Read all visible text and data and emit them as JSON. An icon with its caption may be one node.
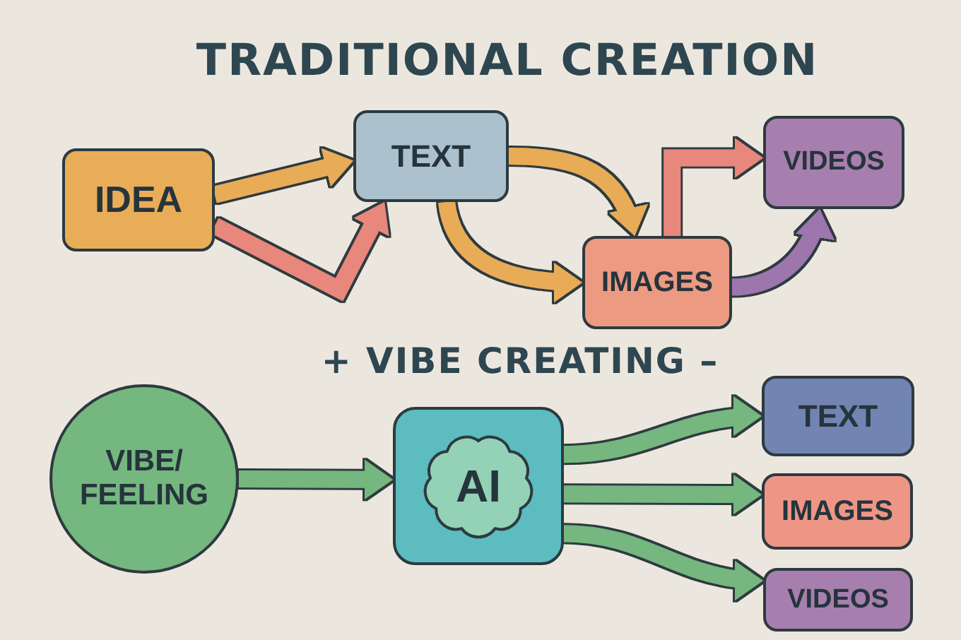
{
  "diagram": {
    "title": "TRADITIONAL CREATION",
    "nodes": [
      {
        "text": [
          "IDEA"
        ]
      },
      {
        "text": [
          "TEXT"
        ]
      },
      {
        "text": [
          "IMAGES"
        ]
      },
      {
        "text": [
          "VIDEOS"
        ]
      },
      {
        "text": [
          "VIBE/ FEELING"
        ]
      },
      {
        "text": [],
        "shape": "box"
      },
      {
        "text": [
          "AI"
        ],
        "in": 5
      },
      {
        "text": [
          "TEXT"
        ]
      },
      {
        "text": [
          "IMAGES"
        ]
      },
      {
        "text": [
          "VIDEOS"
        ]
      }
    ],
    "edges": [
      {
        "from": 0,
        "to": 1,
        "arrow": "to",
        "color": "#e9ac57"
      },
      {
        "from": 0,
        "to": 1,
        "arrow": "to",
        "color": "#e8877b"
      },
      {
        "from": 1,
        "to": 2,
        "arrow": "to",
        "color": "#e9ac57"
      },
      {
        "from": 1,
        "to": 2,
        "arrow": "to",
        "color": "#e9ac57"
      },
      {
        "from": 2,
        "to": 3,
        "arrow": "to",
        "color": "#e8877b"
      },
      {
        "from": 2,
        "to": 3,
        "arrow": "to",
        "color": "#9c76ad"
      },
      {
        "from": 4,
        "to": 5,
        "arrow": "to"
      },
      {
        "from": 5,
        "to": 7,
        "arrow": "to"
      },
      {
        "from": 5,
        "to": 8,
        "arrow": "to"
      },
      {
        "from": 5,
        "to": 9,
        "arrow": "to"
      }
    ],
    "labels": [
      "+ VIBE CREATING –"
    ]
  }
}
